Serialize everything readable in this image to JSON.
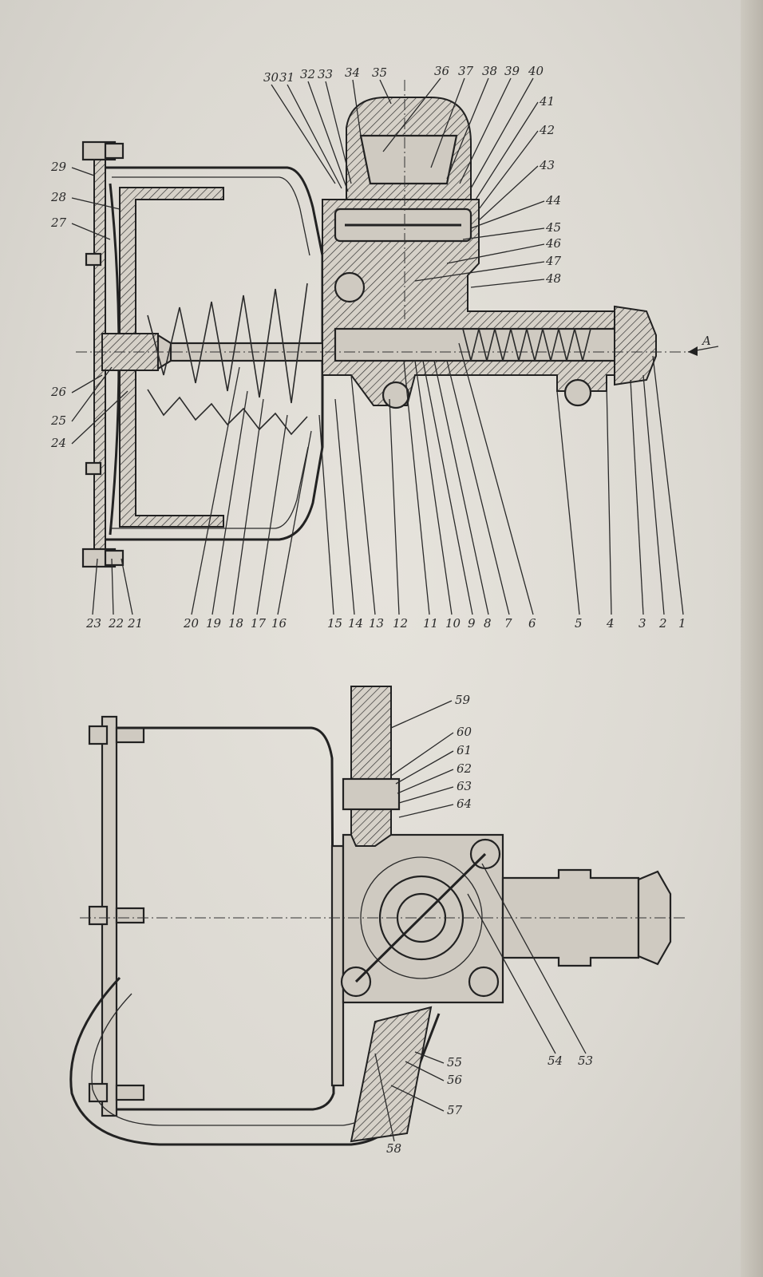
{
  "figure_top": {
    "callouts_top": [
      "30",
      "31",
      "32",
      "33",
      "34",
      "35",
      "36",
      "37",
      "38",
      "39",
      "40"
    ],
    "callouts_right": [
      "41",
      "42",
      "43",
      "44",
      "45",
      "46",
      "47",
      "48"
    ],
    "callouts_left": [
      "29",
      "28",
      "27",
      "26",
      "25",
      "24"
    ],
    "callouts_bottom": [
      "23",
      "22",
      "21",
      "20",
      "19",
      "18",
      "17",
      "16",
      "15",
      "14",
      "13",
      "12",
      "11",
      "10",
      "9",
      "8",
      "7",
      "6",
      "5",
      "4",
      "3",
      "2",
      "1"
    ],
    "view_marker": "A"
  },
  "figure_bottom": {
    "callouts_right": [
      "59",
      "60",
      "61",
      "62",
      "63",
      "64"
    ],
    "callouts_lower": [
      "55",
      "56",
      "57",
      "58",
      "54",
      "53"
    ]
  }
}
